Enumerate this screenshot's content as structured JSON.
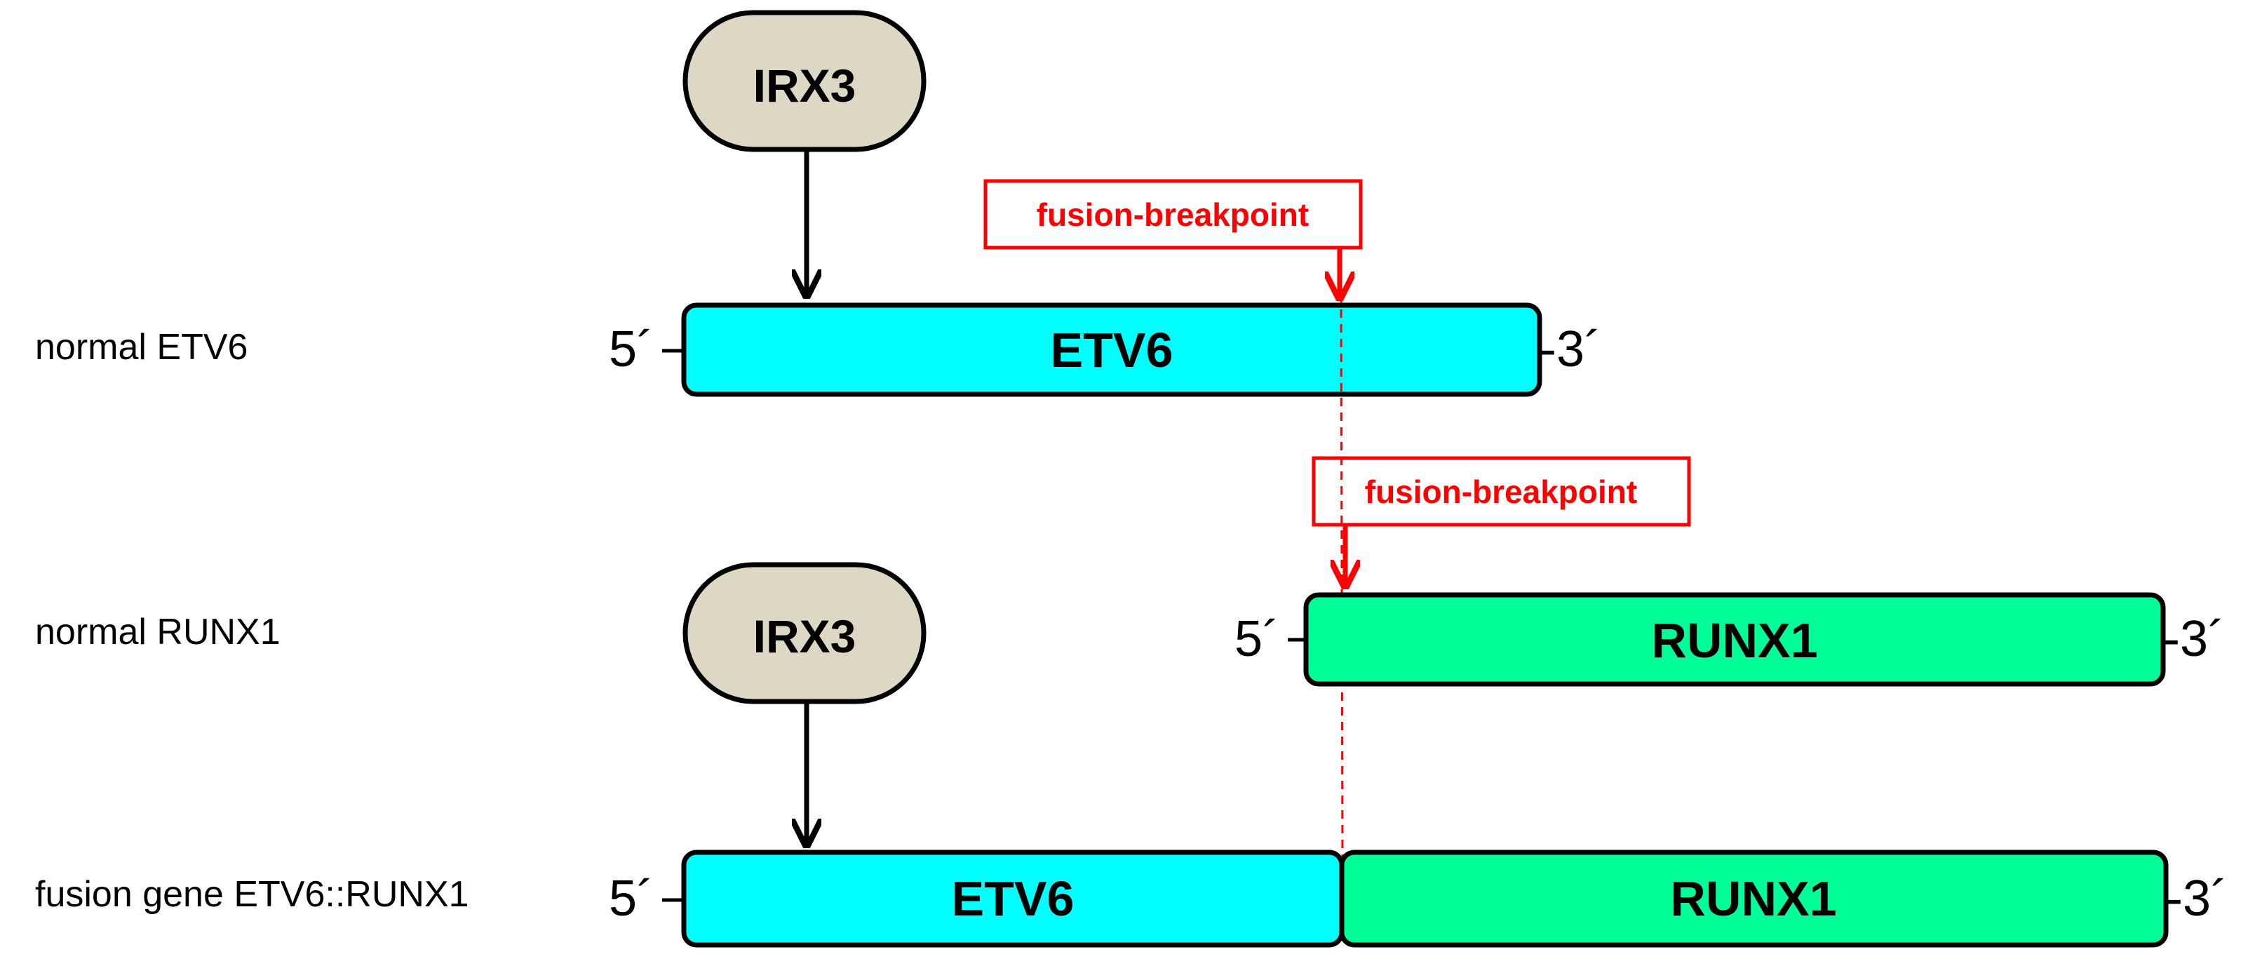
{
  "rows": {
    "normal_etv6": "normal ETV6",
    "normal_runx1": "normal RUNX1",
    "fusion": "fusion gene ETV6::RUNX1"
  },
  "ends": {
    "five_prime": "5´",
    "three_prime": "-3´",
    "five_prime_dash": "5´-"
  },
  "factors": {
    "top": "IRX3",
    "bottom": "IRX3"
  },
  "genes": {
    "etv6": "ETV6",
    "runx1": "RUNX1",
    "fusion_etv6": "ETV6",
    "fusion_runx1": "RUNX1"
  },
  "breakpoints": {
    "etv6_label": "fusion-breakpoint",
    "runx1_label": "fusion-breakpoint"
  },
  "colors": {
    "etv6": "#00FFFF",
    "runx1": "#00FF99",
    "factor": "#DDD8C4",
    "breakpoint": "#FF0000"
  }
}
